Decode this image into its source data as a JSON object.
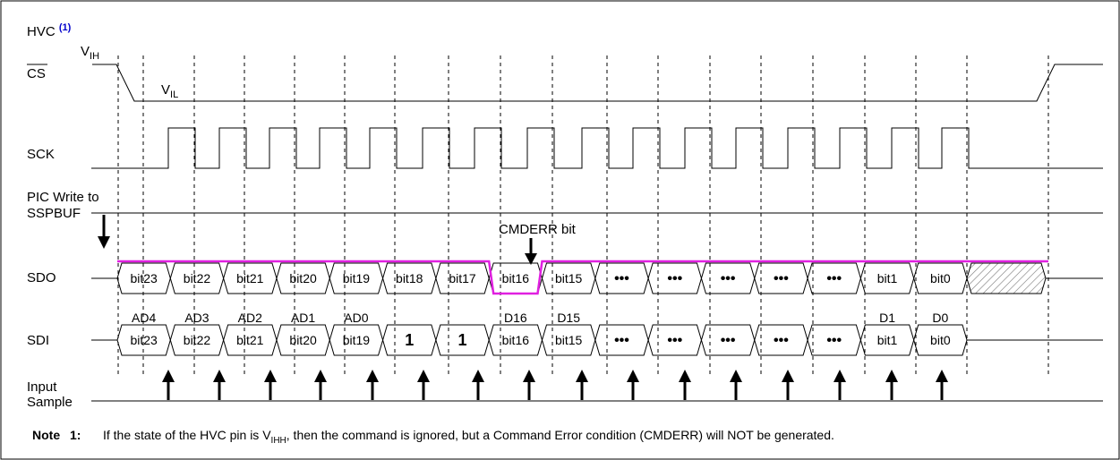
{
  "signals": {
    "hvc": "HVC",
    "hvc_note_ref": "(1)",
    "cs": "CS",
    "sck": "SCK",
    "pic_write_line1": "PIC Write to",
    "pic_write_line2": "SSPBUF",
    "sdo": "SDO",
    "sdi": "SDI",
    "input_line1": "Input",
    "input_line2": "Sample"
  },
  "levels": {
    "vih_main": "V",
    "vih_sub": "IH",
    "vil_main": "V",
    "vil_sub": "IL"
  },
  "cmderr_label": "CMDERR bit",
  "sdo_bits": [
    "bit23",
    "bit22",
    "bit21",
    "bit20",
    "bit19",
    "bit18",
    "bit17",
    "bit16",
    "bit15",
    "•••",
    "•••",
    "•••",
    "•••",
    "•••",
    "bit1",
    "bit0"
  ],
  "sdi_bits": [
    "bit23",
    "bit22",
    "bit21",
    "bit20",
    "bit19",
    "1",
    "1",
    "bit16",
    "bit15",
    "•••",
    "•••",
    "•••",
    "•••",
    "•••",
    "bit1",
    "bit0"
  ],
  "sdi_labels": [
    "AD4",
    "AD3",
    "AD2",
    "AD1",
    "AD0",
    "",
    "",
    "D16",
    "D15",
    "",
    "",
    "",
    "",
    "",
    "D1",
    "D0"
  ],
  "note": {
    "label": "Note",
    "number": "1:",
    "text_before": "If the state of the HVC pin is V",
    "text_sub": "IHH",
    "text_after": ", then the command is ignored, but a Command Error condition (CMDERR) will NOT be generated."
  },
  "colors": {
    "highlight": "#e020e0",
    "note_ref": "#0000cc"
  }
}
